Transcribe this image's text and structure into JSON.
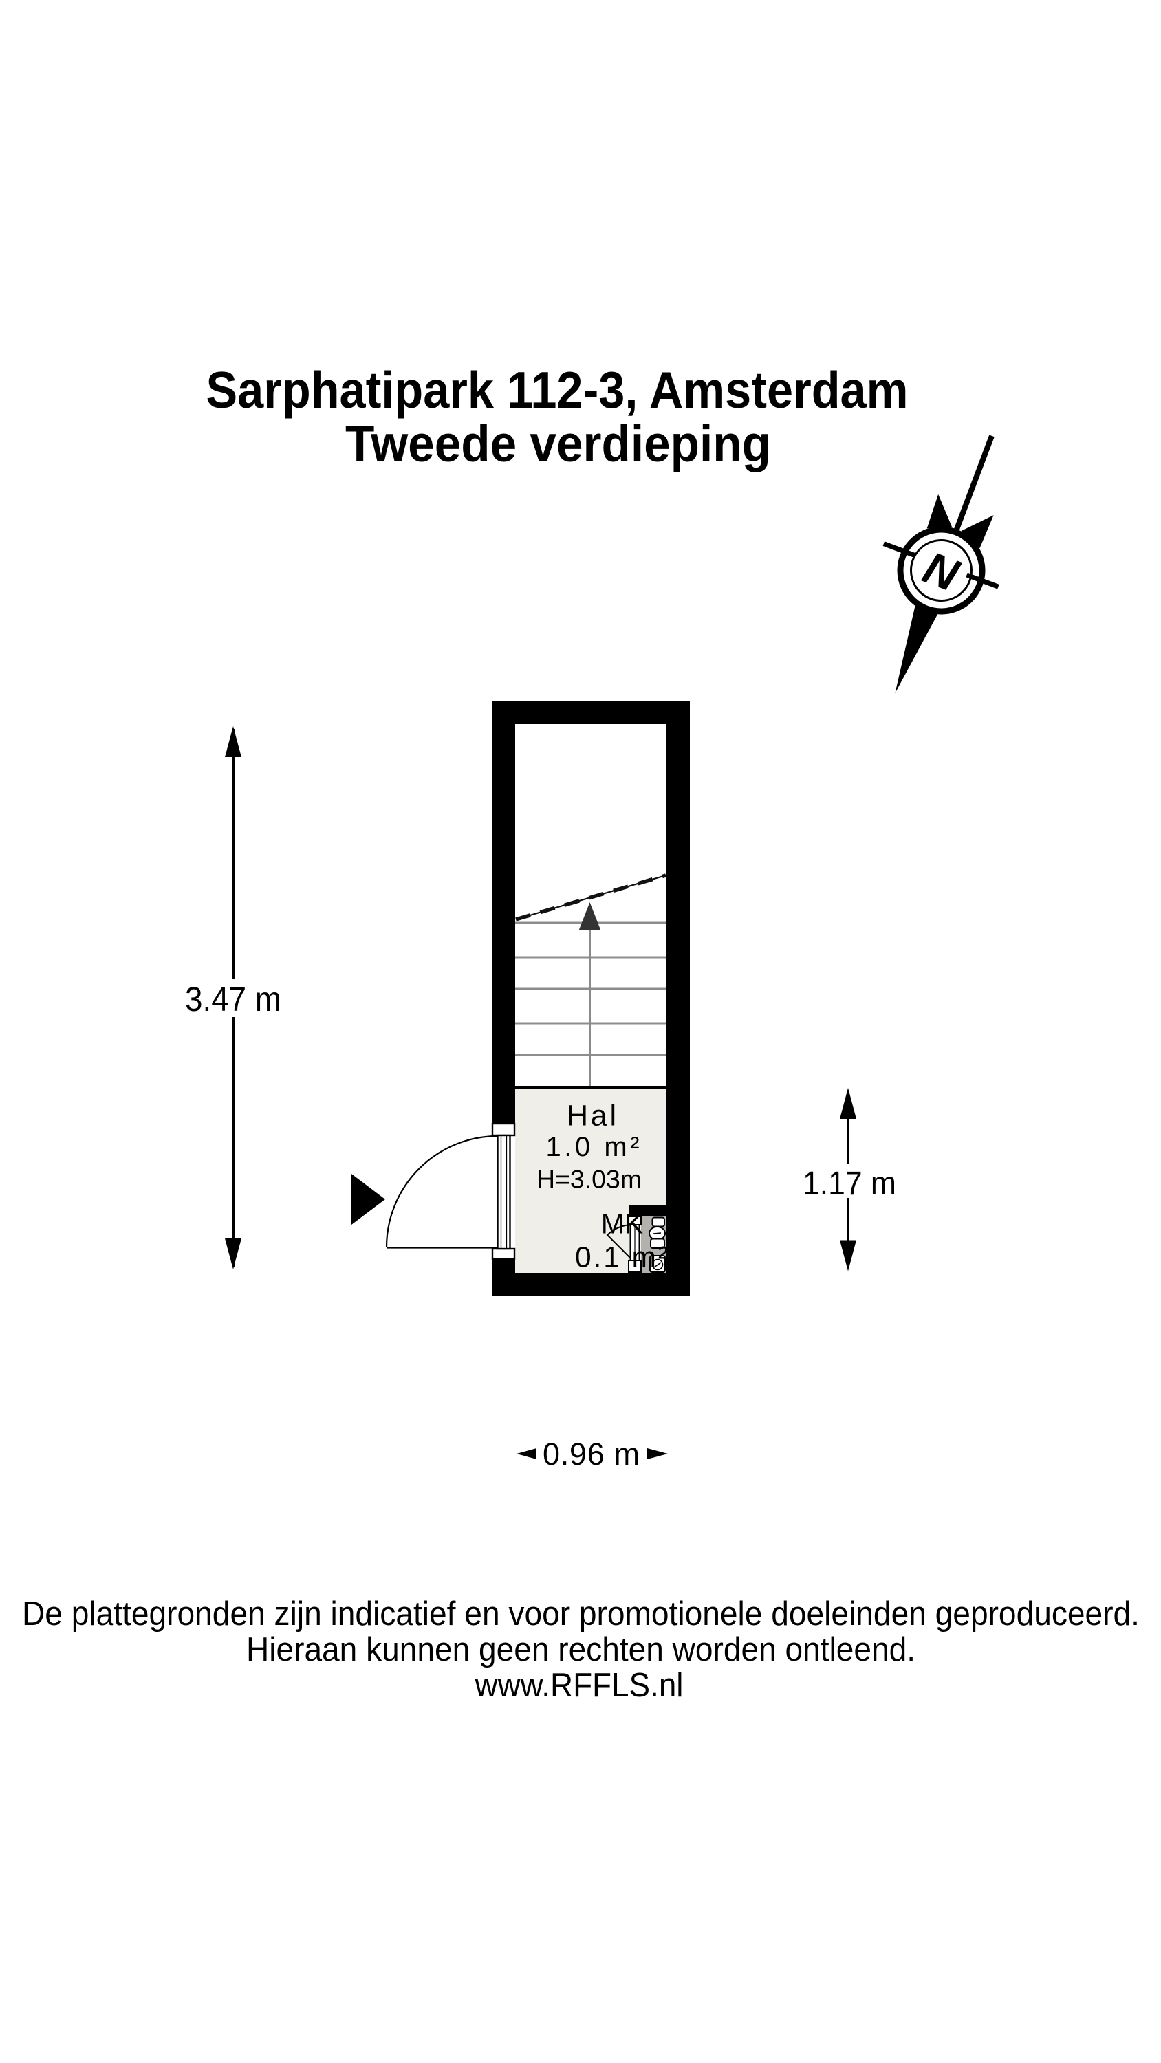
{
  "title": {
    "line1": "Sarphatipark 112-3, Amsterdam",
    "line2": "Tweede verdieping"
  },
  "compass": {
    "north_label": "N"
  },
  "plan": {
    "rooms": [
      {
        "name": "Hal",
        "area": "1.0 m²",
        "ceiling_height": "H=3.03m"
      },
      {
        "name": "MK",
        "area": "0.1 m²"
      }
    ]
  },
  "dimensions": {
    "left_height": "3.47 m",
    "right_height": "1.17 m",
    "bottom_width": "0.96 m"
  },
  "footer": {
    "line1": "De plattegronden zijn indicatief en voor promotionele doeleinden geproduceerd.",
    "line2": "Hieraan kunnen geen rechten worden ontleend.",
    "line3": "www.RFFLS.nl"
  },
  "colors": {
    "wall": "#000000",
    "hal_floor": "#efeee8",
    "mk_floor": "#b2b1ad",
    "stair_line": "#8a8a8a",
    "arrow_dark": "#333333",
    "text": "#000000",
    "background": "#ffffff"
  }
}
